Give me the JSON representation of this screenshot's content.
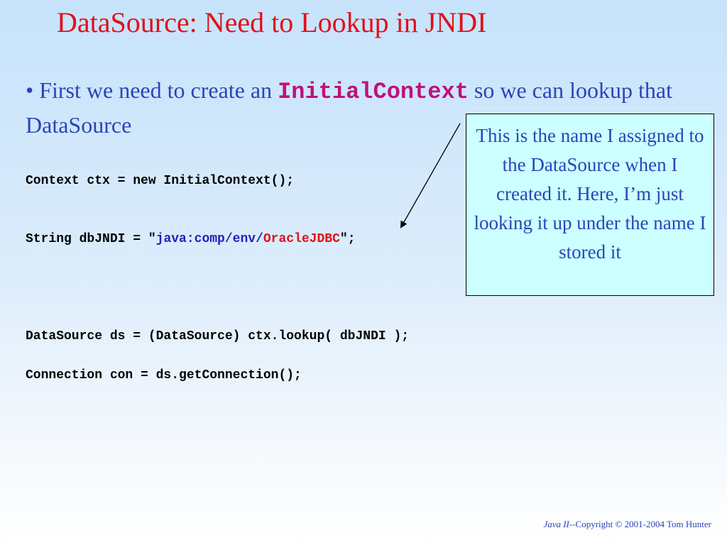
{
  "slide": {
    "title": "DataSource: Need to Lookup in JNDI",
    "bullet": {
      "marker": "•",
      "before": "First we need to create an",
      "keyword": "InitialContext",
      "after": "so we can lookup that DataSource"
    },
    "code": {
      "line1": "Context ctx = new InitialContext();",
      "line2_prefix": "String dbJNDI = \"",
      "line2_path": "java:comp/env/",
      "line2_name": "OracleJDBC",
      "line2_suffix": "\";",
      "line3": "DataSource ds = (DataSource) ctx.lookup( dbJNDI );",
      "line4": "Connection con = ds.getConnection();"
    },
    "callout": "This is the name I assigned to the DataSource when I created it. Here, I’m just looking it up under the name I stored it",
    "footer": {
      "course": "Java II",
      "copyright": "--Copyright © 2001-2004 Tom Hunter"
    }
  },
  "colors": {
    "title": "#e0101a",
    "body_text": "#2b44b8",
    "keyword": "#c0107a",
    "callout_bg": "#ccffff"
  }
}
